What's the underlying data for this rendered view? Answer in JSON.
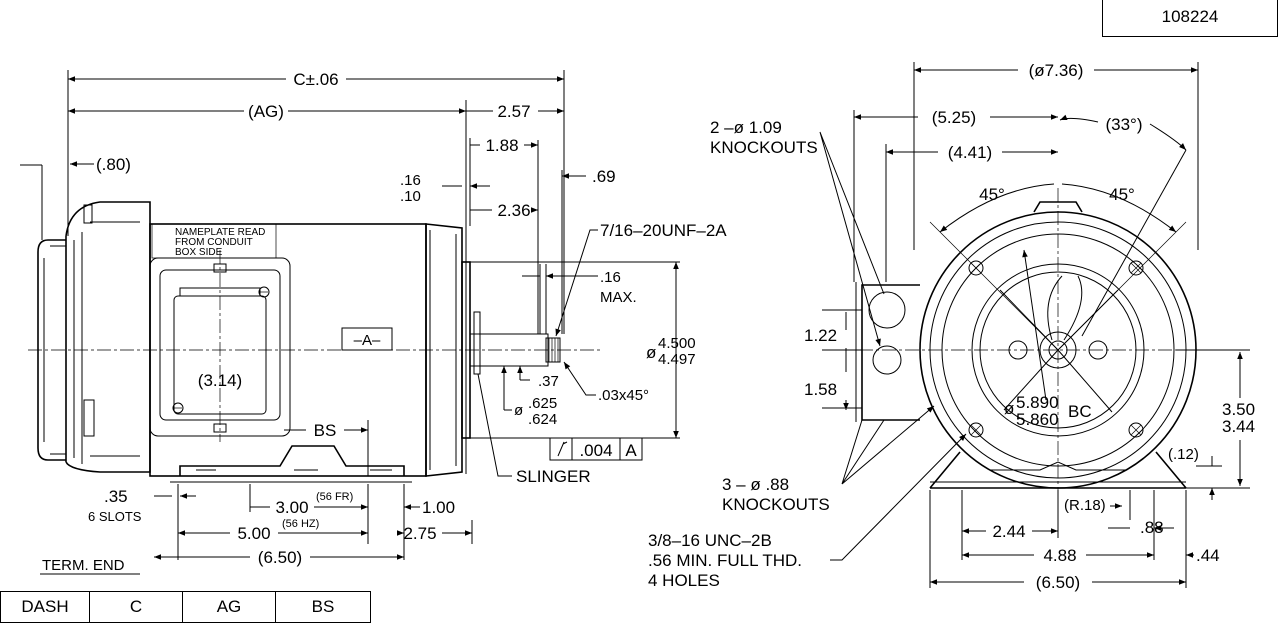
{
  "document_number": "108224",
  "table": {
    "headers": [
      "DASH",
      "C",
      "AG",
      "BS"
    ]
  },
  "side_view": {
    "c_dim": "C±.06",
    "ag_dim": "(AG)",
    "d_257": "2.57",
    "d_188": "1.88",
    "d_236": "2.36",
    "d_069": ".69",
    "d_016a": ".16",
    "d_010": ".10",
    "d_080": "(.80)",
    "thread": "7/16–20UNF–2A",
    "d_016b": ".16",
    "d_max": "MAX.",
    "nameplate_1": "NAMEPLATE READ",
    "nameplate_2": "FROM CONDUIT",
    "nameplate_3": "BOX SIDE",
    "d_314": "(3.14)",
    "datum_a": "–A–",
    "dia_prefix": "ø",
    "shaft_dia_1": "4.500",
    "shaft_dia_2": "4.497",
    "d_037": ".37",
    "key_dia_1": ".625",
    "key_dia_2": ".624",
    "chamfer": ".03x45°",
    "runout": ".004",
    "runout_datum": "A",
    "slinger": "SLINGER",
    "bs": "BS",
    "d_035": ".35",
    "slots": "6 SLOTS",
    "d_300": "3.00",
    "fr56": "(56 FR)",
    "d_100": "1.00",
    "d_500": "5.00",
    "hz56": "(56 HZ)",
    "d_275": "2.75",
    "d_650": "(6.50)",
    "term_end": "TERM. END"
  },
  "end_view": {
    "d_736": "(ø7.36)",
    "d_525": "(5.25)",
    "d_441": "(4.41)",
    "ang_33": "(33°)",
    "ang_45a": "45°",
    "ang_45b": "45°",
    "ko1_a": "2 –ø 1.09",
    "ko1_b": "KNOCKOUTS",
    "d_122": "1.22",
    "d_158": "1.58",
    "bc_prefix": "ø",
    "bc_1": "5.890",
    "bc_2": "5.860",
    "bc_suffix": "BC",
    "d_350": "3.50",
    "d_344": "3.44",
    "d_012": "(.12)",
    "ko2_a": "3 – ø .88",
    "ko2_b": "KNOCKOUTS",
    "d_r18": "(R.18)",
    "d_244": "2.44",
    "d_088": ".88",
    "d_488": "4.88",
    "d_044": ".44",
    "d_650": "(6.50)",
    "holes_1": "3/8–16 UNC–2B",
    "holes_2": ".56 MIN. FULL THD.",
    "holes_3": "4 HOLES"
  }
}
